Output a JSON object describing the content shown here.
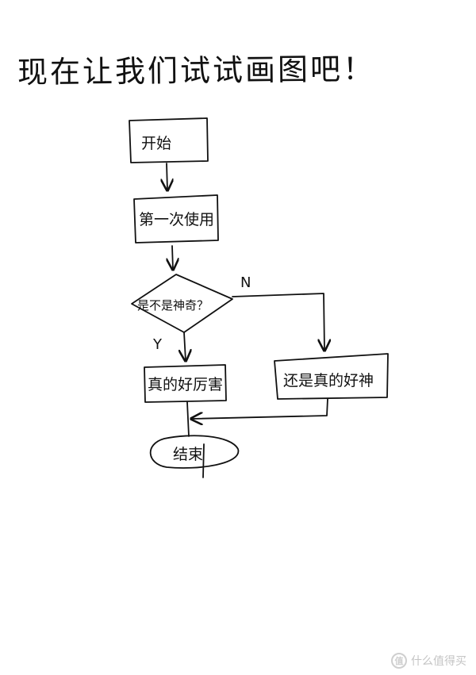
{
  "title": "现在让我们试试画图吧！",
  "nodes": {
    "start": "开始",
    "step1": "第一次使用",
    "decision": "是不是神奇？",
    "yes_box": "真的好厉害",
    "no_box": "还是真的好神",
    "end": "结束"
  },
  "branch": {
    "yes": "Y",
    "no": "N"
  },
  "watermark": {
    "logo": "值",
    "text": "什么值得买"
  }
}
